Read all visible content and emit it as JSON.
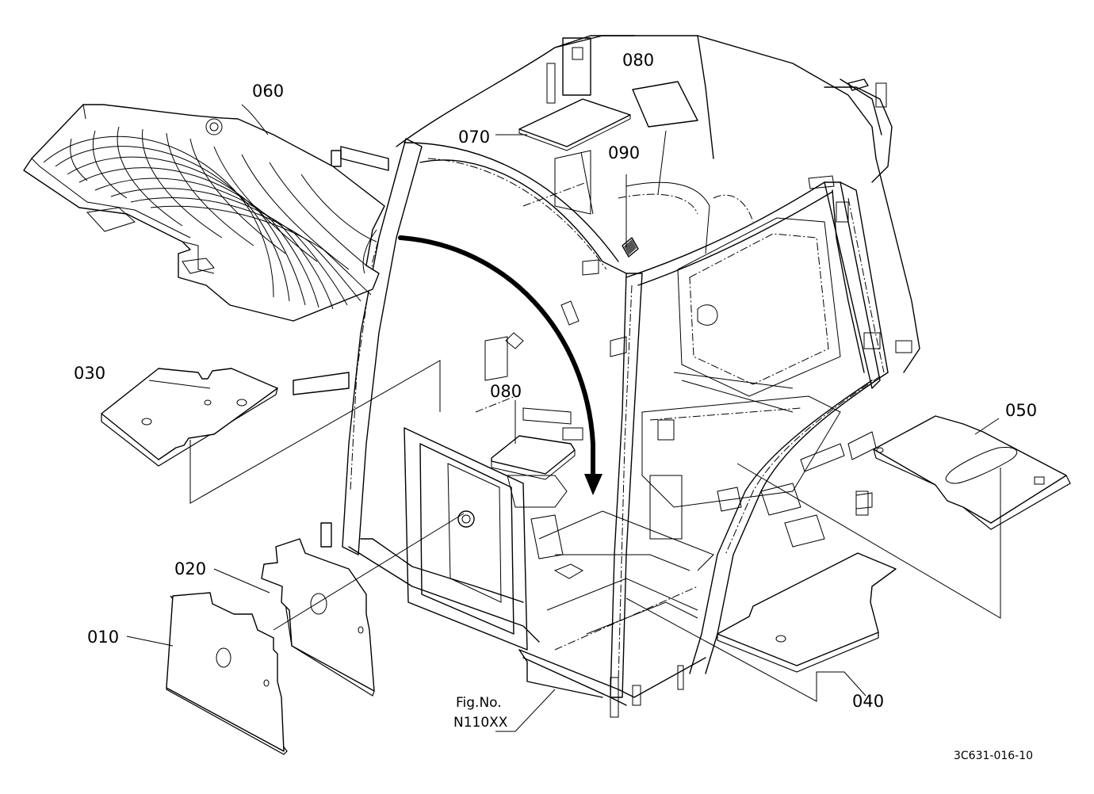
{
  "callouts": {
    "p010": "010",
    "p020": "020",
    "p030": "030",
    "p040": "040",
    "p050": "050",
    "p060": "060",
    "p070": "070",
    "p080_top": "080",
    "p080_mid": "080",
    "p090": "090"
  },
  "figure": {
    "label": "Fig.No.",
    "number": "N110XX"
  },
  "drawing_code": "3C631-016-10"
}
